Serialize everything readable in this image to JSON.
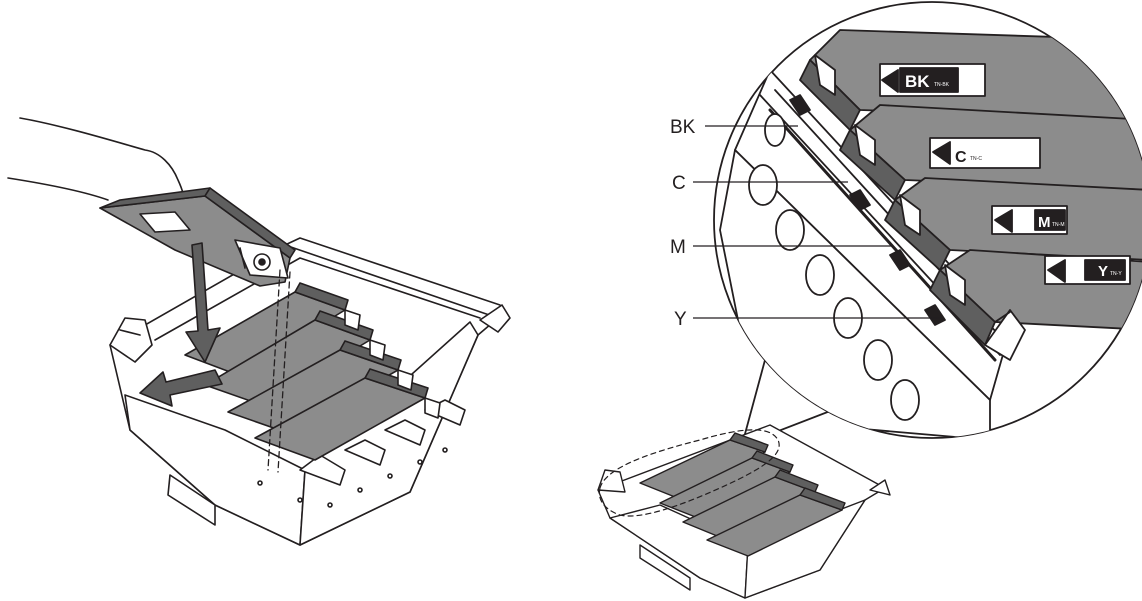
{
  "callouts": {
    "bk": "BK",
    "c": "C",
    "m": "M",
    "y": "Y"
  },
  "cartridge_labels": {
    "bk": {
      "letter": "BK",
      "code": "TN-BK"
    },
    "c": {
      "letter": "C",
      "code": "TN-C"
    },
    "m": {
      "letter": "M",
      "code": "TN-M"
    },
    "y": {
      "letter": "Y",
      "code": "TN-Y"
    }
  },
  "colors": {
    "line": "#231f20",
    "cartridge_fill": "#8c8c8c",
    "cartridge_dark": "#5f5f5f",
    "drum_fill": "#ffffff"
  }
}
